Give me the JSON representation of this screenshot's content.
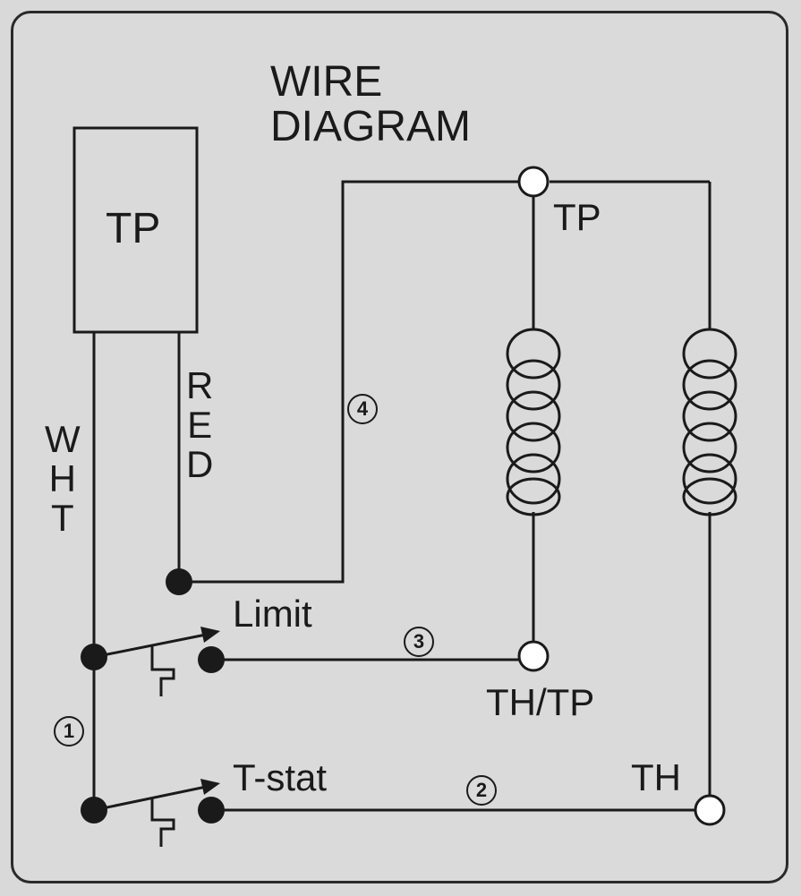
{
  "title": [
    "WIRE",
    "DIAGRAM"
  ],
  "component_box": {
    "label": "TP"
  },
  "wires": {
    "white": {
      "letters": [
        "W",
        "H",
        "T"
      ]
    },
    "red": {
      "letters": [
        "R",
        "E",
        "D"
      ]
    }
  },
  "terminals": {
    "tp": "TP",
    "th_tp": "TH/TP",
    "th": "TH"
  },
  "switches": {
    "limit": "Limit",
    "tstat": "T-stat"
  },
  "wire_numbers": {
    "n1": "1",
    "n2": "2",
    "n3": "3",
    "n4": "4"
  },
  "colors": {
    "line": "#1a1a1a",
    "background": "#dadada"
  }
}
